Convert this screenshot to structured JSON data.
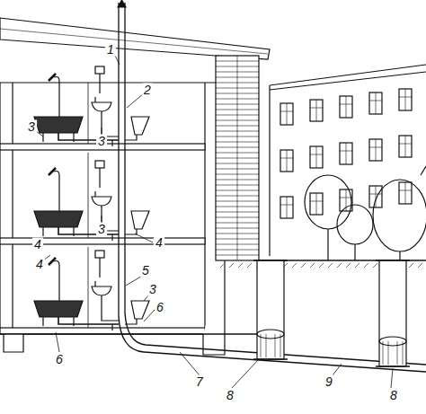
{
  "diagram": {
    "labels": [
      "1",
      "2",
      "3",
      "3",
      "3",
      "4",
      "4",
      "5",
      "3",
      "6",
      "4",
      "6",
      "7",
      "9",
      "8",
      "8"
    ]
  }
}
